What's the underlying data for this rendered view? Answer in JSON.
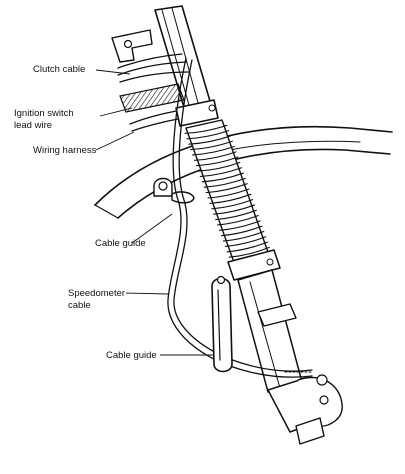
{
  "labels": {
    "clutch_cable": "Clutch cable",
    "ignition_switch_line1": "Ignition switch",
    "ignition_switch_line2": "lead wire",
    "wiring_harness": "Wiring harness",
    "cable_guide_upper": "Cable guide",
    "speedometer_line1": "Speedometer",
    "speedometer_line2": "cable",
    "cable_guide_lower": "Cable guide"
  },
  "colors": {
    "ink": "#111111",
    "paper": "#ffffff"
  }
}
